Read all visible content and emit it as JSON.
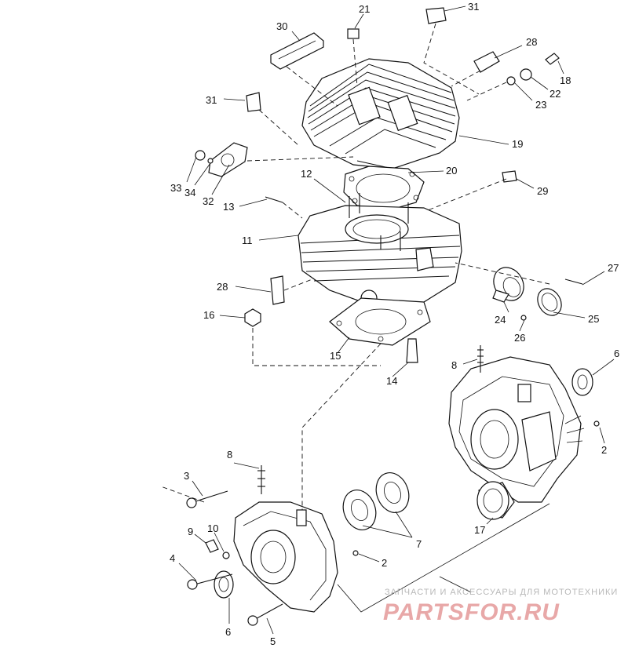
{
  "callouts": {
    "c2a": "2",
    "c2b": "2",
    "c3": "3",
    "c4": "4",
    "c5": "5",
    "c6a": "6",
    "c6b": "6",
    "c7": "7",
    "c8a": "8",
    "c8b": "8",
    "c9": "9",
    "c10": "10",
    "c11": "11",
    "c12": "12",
    "c13": "13",
    "c14": "14",
    "c15": "15",
    "c16": "16",
    "c17": "17",
    "c18": "18",
    "c19": "19",
    "c20": "20",
    "c21": "21",
    "c22": "22",
    "c23": "23",
    "c24": "24",
    "c25": "25",
    "c26": "26",
    "c27": "27",
    "c28a": "28",
    "c28b": "28",
    "c29": "29",
    "c30": "30",
    "c31a": "31",
    "c31b": "31",
    "c32": "32",
    "c33": "33",
    "c34": "34"
  },
  "watermark": {
    "tagline": "ЗАПЧАСТИ И АКСЕССУАРЫ ДЛЯ МОТОТЕХНИКИ",
    "brand": "PARTSFOR.RU"
  },
  "colors": {
    "ink": "#111111",
    "watermark_text": "#b8b8b8",
    "watermark_brand": "#e8a8a8"
  }
}
